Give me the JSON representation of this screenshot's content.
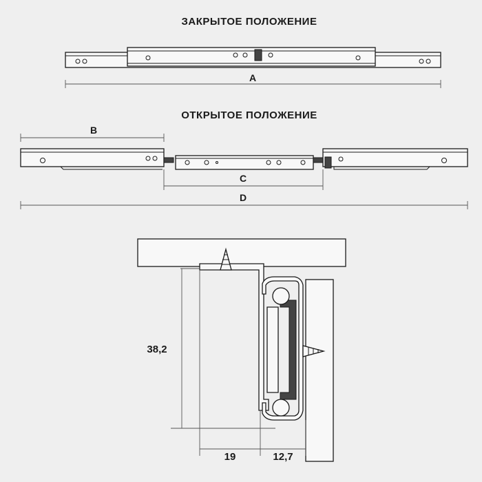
{
  "diagram": {
    "closed_title": "ЗАКРЫТОЕ ПОЛОЖЕНИЕ",
    "open_title": "ОТКРЫТОЕ ПОЛОЖЕНИЕ",
    "dim_a": "A",
    "dim_b": "B",
    "dim_c": "C",
    "dim_d": "D",
    "dim_height": "38,2",
    "dim_width_1": "19",
    "dim_width_2": "12,7"
  }
}
